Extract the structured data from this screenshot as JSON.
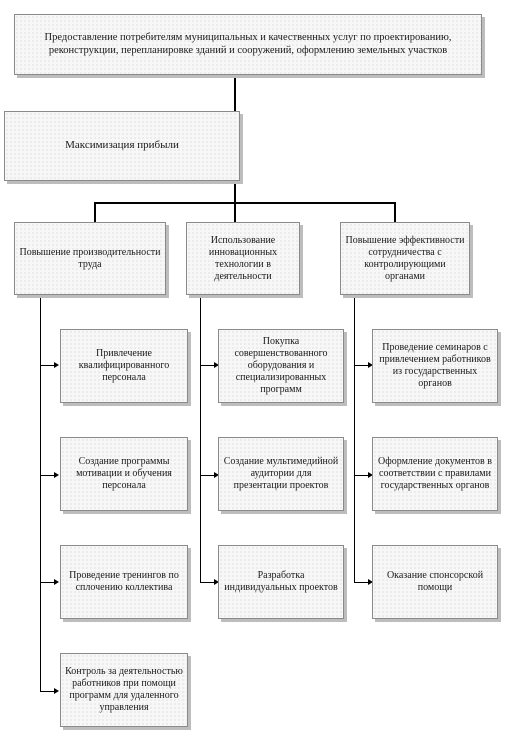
{
  "diagram": {
    "root": "Предоставление потребителям муниципальных и качественных услуг по проектированию, реконструкции, перепланировке зданий и сооружений, оформлению земельных участков",
    "goal": "Максимизация прибыли",
    "branches": [
      {
        "title": "Повышение производительности труда",
        "items": [
          "Привлечение квалифицированного персонала",
          "Создание программы мотивации и обучения персонала",
          "Проведение тренингов по сплочению коллектива",
          "Контроль за деятельностью работников при помощи программ для удаленного управления"
        ]
      },
      {
        "title": "Использование инновационных технологии в деятельности",
        "items": [
          "Покупка совершенствованного оборудования и специализированных программ",
          "Создание мультимедийной аудитории для презентации проектов",
          "Разработка индивидуальных проектов"
        ]
      },
      {
        "title": "Повышение эффективности сотрудничества с контролирующими органами",
        "items": [
          "Проведение семинаров с привлечением работников из государственных органов",
          "Оформление документов в соответствии с правилами государственных органов",
          "Оказание спонсорской помощи"
        ]
      }
    ]
  }
}
